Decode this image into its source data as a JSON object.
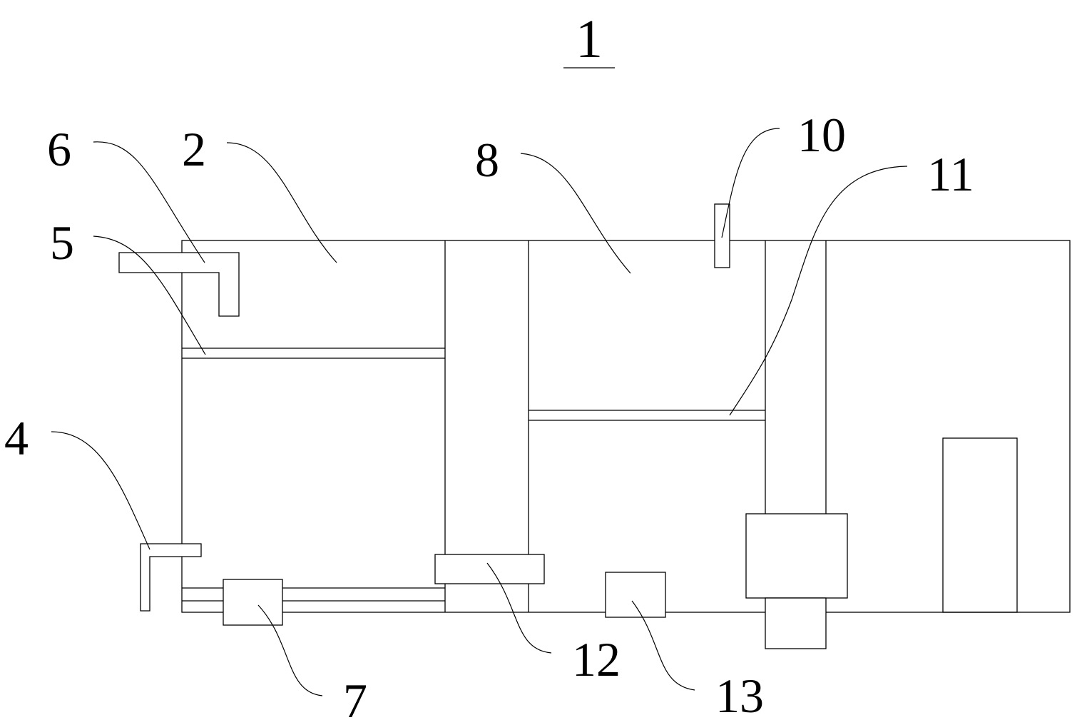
{
  "title": {
    "label": "1"
  },
  "callouts": [
    {
      "id": "6",
      "label": "6"
    },
    {
      "id": "2",
      "label": "2"
    },
    {
      "id": "8",
      "label": "8"
    },
    {
      "id": "10",
      "label": "10"
    },
    {
      "id": "11",
      "label": "11"
    },
    {
      "id": "5",
      "label": "5"
    },
    {
      "id": "4",
      "label": "4"
    },
    {
      "id": "7",
      "label": "7"
    },
    {
      "id": "12",
      "label": "12"
    },
    {
      "id": "13",
      "label": "13"
    }
  ]
}
